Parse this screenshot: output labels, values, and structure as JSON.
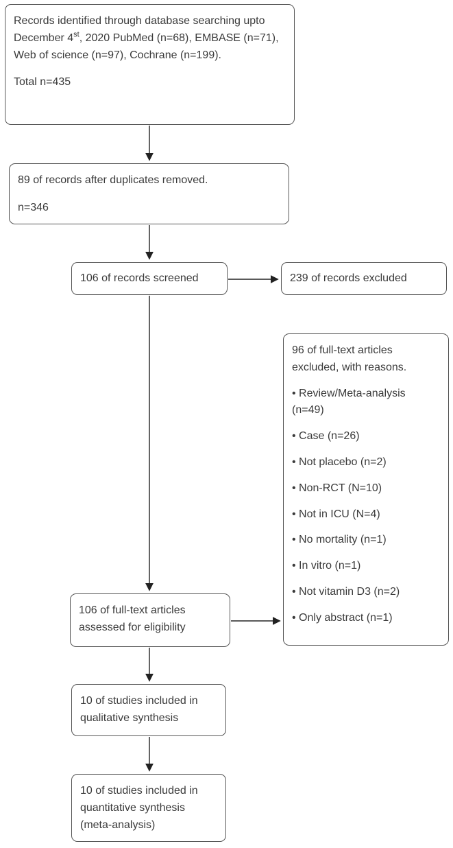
{
  "flowchart": {
    "identification": {
      "text_before_sup": "Records identified through database searching upto December 4",
      "superscript": "st",
      "text_after_sup": ", 2020 PubMed (n=68), EMBASE (n=71), Web of science (n=97), Cochrane (n=199).",
      "total": "Total n=435"
    },
    "duplicates_removed": {
      "line1": "89 of records after duplicates removed.",
      "line2": "n=346"
    },
    "screened": {
      "label": "106 of records screened"
    },
    "records_excluded": {
      "label": "239 of records excluded"
    },
    "fulltext_excluded": {
      "header": "96 of full-text articles excluded, with reasons.",
      "reasons": [
        "• Review/Meta-analysis (n=49)",
        "• Case (n=26)",
        "• Not placebo (n=2)",
        "• Non-RCT (N=10)",
        "• Not in ICU (N=4)",
        "• No mortality (n=1)",
        "• In vitro (n=1)",
        "• Not vitamin D3 (n=2)",
        "• Only abstract (n=1)"
      ]
    },
    "eligibility": {
      "label": "106 of full-text articles assessed for eligibility"
    },
    "qualitative": {
      "label": "10 of studies included in qualitative synthesis"
    },
    "quantitative": {
      "label": "10 of studies included in quantitative synthesis (meta-analysis)"
    }
  },
  "colors": {
    "background": "#ffffff",
    "box_border": "#545454",
    "text": "#3a3a3a",
    "arrow": "#222222"
  }
}
